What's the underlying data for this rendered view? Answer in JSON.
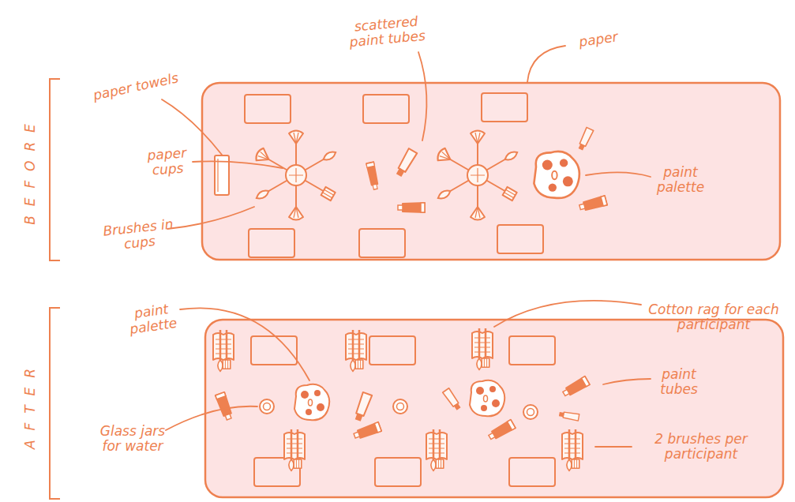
{
  "diagram": {
    "labels": [
      "BEFORE",
      "paper towels",
      "paper cups",
      "Brushes in cups",
      "scattered paint tubes",
      "paper",
      "paint palette",
      "AFTER",
      "paint palette",
      "Glass jars for water",
      "Cotton rag for each participant",
      "paint tubes",
      "2 brushes per participant"
    ]
  }
}
